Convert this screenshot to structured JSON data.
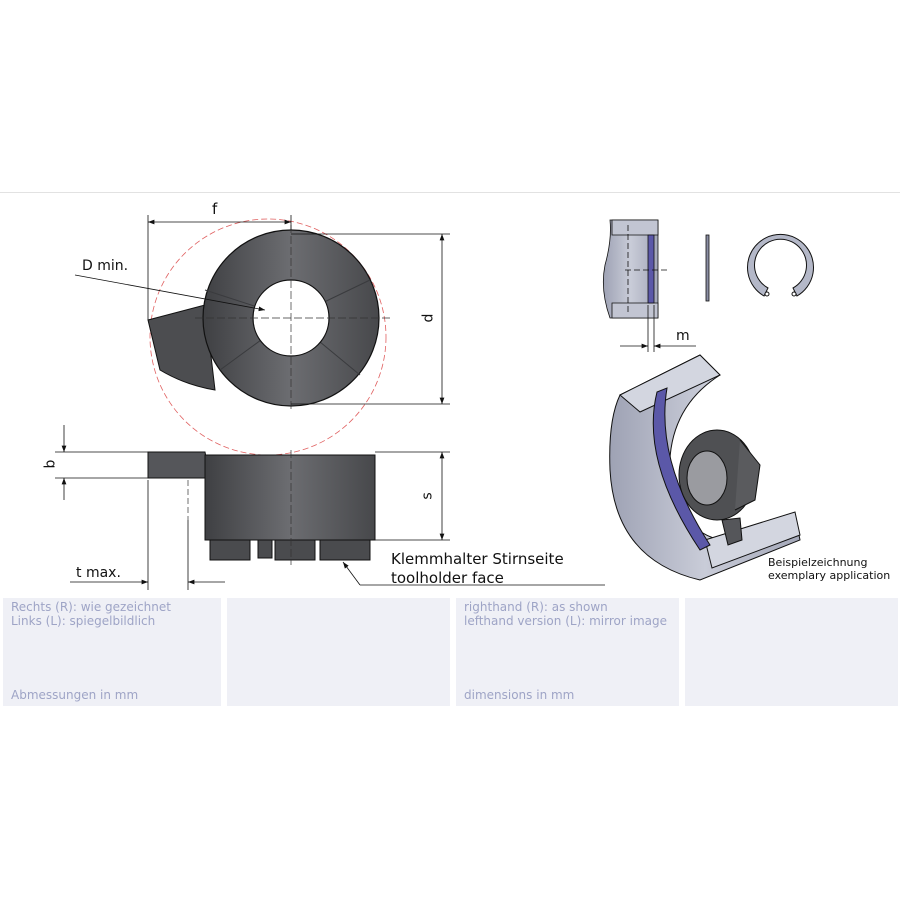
{
  "drawing": {
    "dim_f": "f",
    "dim_dmin": "D min.",
    "dim_d": "d",
    "dim_b": "b",
    "dim_s": "s",
    "dim_tmax": "t max.",
    "dim_m": "m",
    "toolholder_de": "Klemmhalter Stirnseite",
    "toolholder_en": "toolholder face",
    "example_de": "Beispielzeichnung",
    "example_en": "exemplary application"
  },
  "info_boxes": [
    {
      "line1": "Rechts (R): wie gezeichnet",
      "line2": "Links (L): spiegelbildlich",
      "footer": "Abmessungen in mm"
    },
    {
      "line1": "",
      "line2": "",
      "footer": ""
    },
    {
      "line1": "righthand (R): as shown",
      "line2": "lefthand version (L): mirror image",
      "footer": "dimensions in mm"
    },
    {
      "line1": "",
      "line2": "",
      "footer": ""
    }
  ],
  "colors": {
    "insert": "#5e5f62",
    "ring": "#5b58a8",
    "housing": "#b4b8c8",
    "box_bg": "#eff0f6",
    "box_text": "#9ea4c6",
    "red_circle": "#e06060"
  }
}
